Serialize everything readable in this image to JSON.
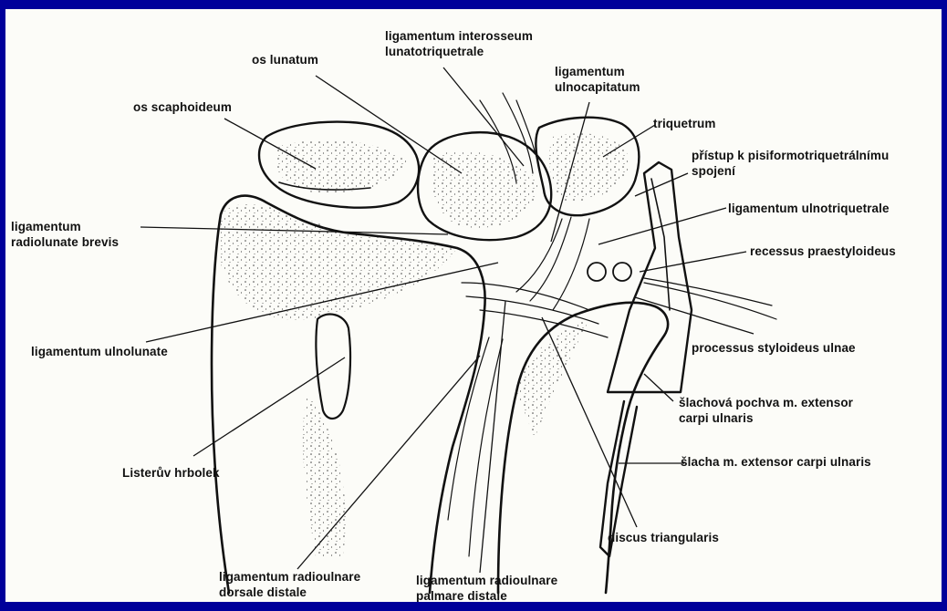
{
  "colors": {
    "frame": "#00009a",
    "panel": "#fcfcf8",
    "ink": "#111111"
  },
  "labels": {
    "os_lunatum": "os lunatum",
    "lig_interosseum_1": "ligamentum interosseum",
    "lig_interosseum_2": "lunatotriquetrale",
    "lig_ulnocapitatum_1": "ligamentum",
    "lig_ulnocapitatum_2": "ulnocapitatum",
    "os_scaphoideum": "os scaphoideum",
    "triquetrum": "triquetrum",
    "pristup_1": "přístup k pisiformotriquetrálnímu",
    "pristup_2": "spojení",
    "lig_radiolunate_1": "ligamentum",
    "lig_radiolunate_2": "radiolunate brevis",
    "lig_ulnotriquetrale": "ligamentum ulnotriquetrale",
    "recessus": "recessus praestyloideus",
    "lig_ulnolunate": "ligamentum ulnolunate",
    "processus": "processus styloideus ulnae",
    "slachova_1": "šlachová pochva m. extensor",
    "slachova_2": "carpi ulnaris",
    "listeruv": "Listerův hrbolek",
    "slacha": "šlacha m. extensor carpi ulnaris",
    "discus": "discus triangularis",
    "lig_dorsale_1": "ligamentum radioulnare",
    "lig_dorsale_2": "dorsale distale",
    "lig_palmare_1": "ligamentum radioulnare",
    "lig_palmare_2": "palmare distale"
  }
}
